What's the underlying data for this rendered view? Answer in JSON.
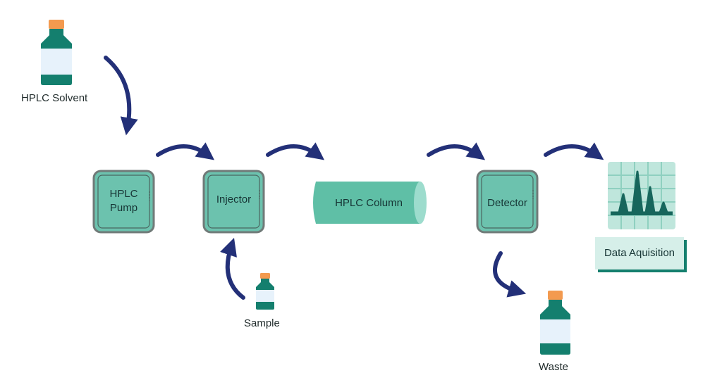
{
  "colors": {
    "teal": "#5fbfa6",
    "teal_dark": "#147f6e",
    "box_border": "#707a78",
    "box_fill": "#6cc2ae",
    "arrow": "#233078",
    "cap": "#f39a4f",
    "label_paper": "#e7f2fb",
    "screen_bg": "#bfe6dc",
    "graph": "#17665c"
  },
  "diagram": {
    "solvent_label": "HPLC Solvent",
    "pump_line1": "HPLC",
    "pump_line2": "Pump",
    "injector_label": "Injector",
    "column_label": "HPLC Column",
    "detector_label": "Detector",
    "data_label": "Data Aquisition",
    "sample_label": "Sample",
    "waste_label": "Waste"
  }
}
